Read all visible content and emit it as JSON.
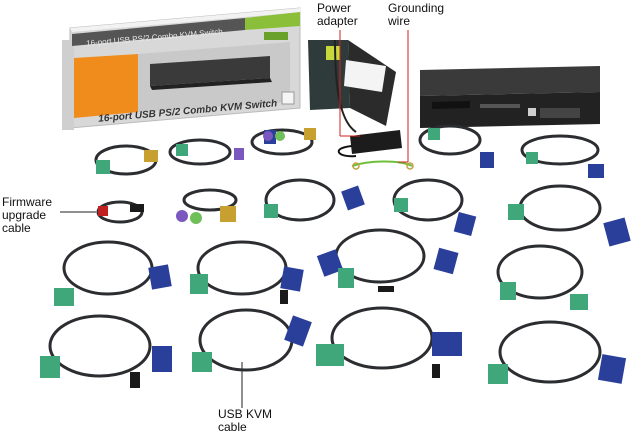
{
  "labels": {
    "power_adapter": "Power\nadapter",
    "grounding_wire": "Grounding\nwire",
    "firmware_cable": "Firmware\nupgrade\ncable",
    "usb_kvm_cable": "USB KVM\ncable"
  },
  "box": {
    "title": "16-port USB PS/2 Combo KVM Switch",
    "top_title": "16-port USB PS/2 Combo KVM Switch"
  },
  "colors": {
    "cable": "#2b2d30",
    "vga_blue": "#2a3f9a",
    "green_conn": "#3fa77a",
    "ps2_purple": "#7b58c0",
    "ps2_green": "#6fbf5a",
    "box_orange": "#f08c1c",
    "box_green": "#8bbf3a"
  }
}
